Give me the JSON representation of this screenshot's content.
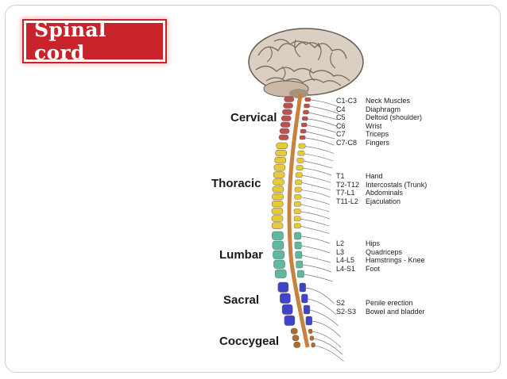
{
  "slide": {
    "title": "Spinal cord"
  },
  "regions": [
    {
      "label": "Cervical",
      "color": "#c0504d"
    },
    {
      "label": "Thoracic",
      "color": "#e8c93a"
    },
    {
      "label": "Lumbar",
      "color": "#5fb8a0"
    },
    {
      "label": "Sacral",
      "color": "#3f44c8"
    },
    {
      "label": "Coccygeal",
      "color": "#b36a2e"
    }
  ],
  "levels": {
    "cervical": [
      {
        "code": "C1-C3",
        "function": "Neck Muscles"
      },
      {
        "code": "C4",
        "function": "Diaphragm"
      },
      {
        "code": "C5",
        "function": "Deltoid (shoulder)"
      },
      {
        "code": "C6",
        "function": "Wrist"
      },
      {
        "code": "C7",
        "function": "Triceps"
      },
      {
        "code": "C7-C8",
        "function": "Fingers"
      }
    ],
    "thoracic": [
      {
        "code": "T1",
        "function": "Hand"
      },
      {
        "code": "T2-T12",
        "function": "Intercostals (Trunk)"
      },
      {
        "code": "T7-L1",
        "function": "Abdominals"
      },
      {
        "code": "T11-L2",
        "function": "Ejaculation"
      }
    ],
    "lumbar": [
      {
        "code": "L2",
        "function": "Hips"
      },
      {
        "code": "L3",
        "function": "Quadriceps"
      },
      {
        "code": "L4-L5",
        "function": "Hamstrings - Knee"
      },
      {
        "code": "L4-S1",
        "function": "Foot"
      }
    ],
    "sacral": [
      {
        "code": "S2",
        "function": "Penile erection"
      },
      {
        "code": "S2-S3",
        "function": "Bowel and bladder"
      }
    ]
  },
  "colors": {
    "title_bg": "#c8232b",
    "brain": "#d9cfc3",
    "cord": "#c7823f"
  }
}
